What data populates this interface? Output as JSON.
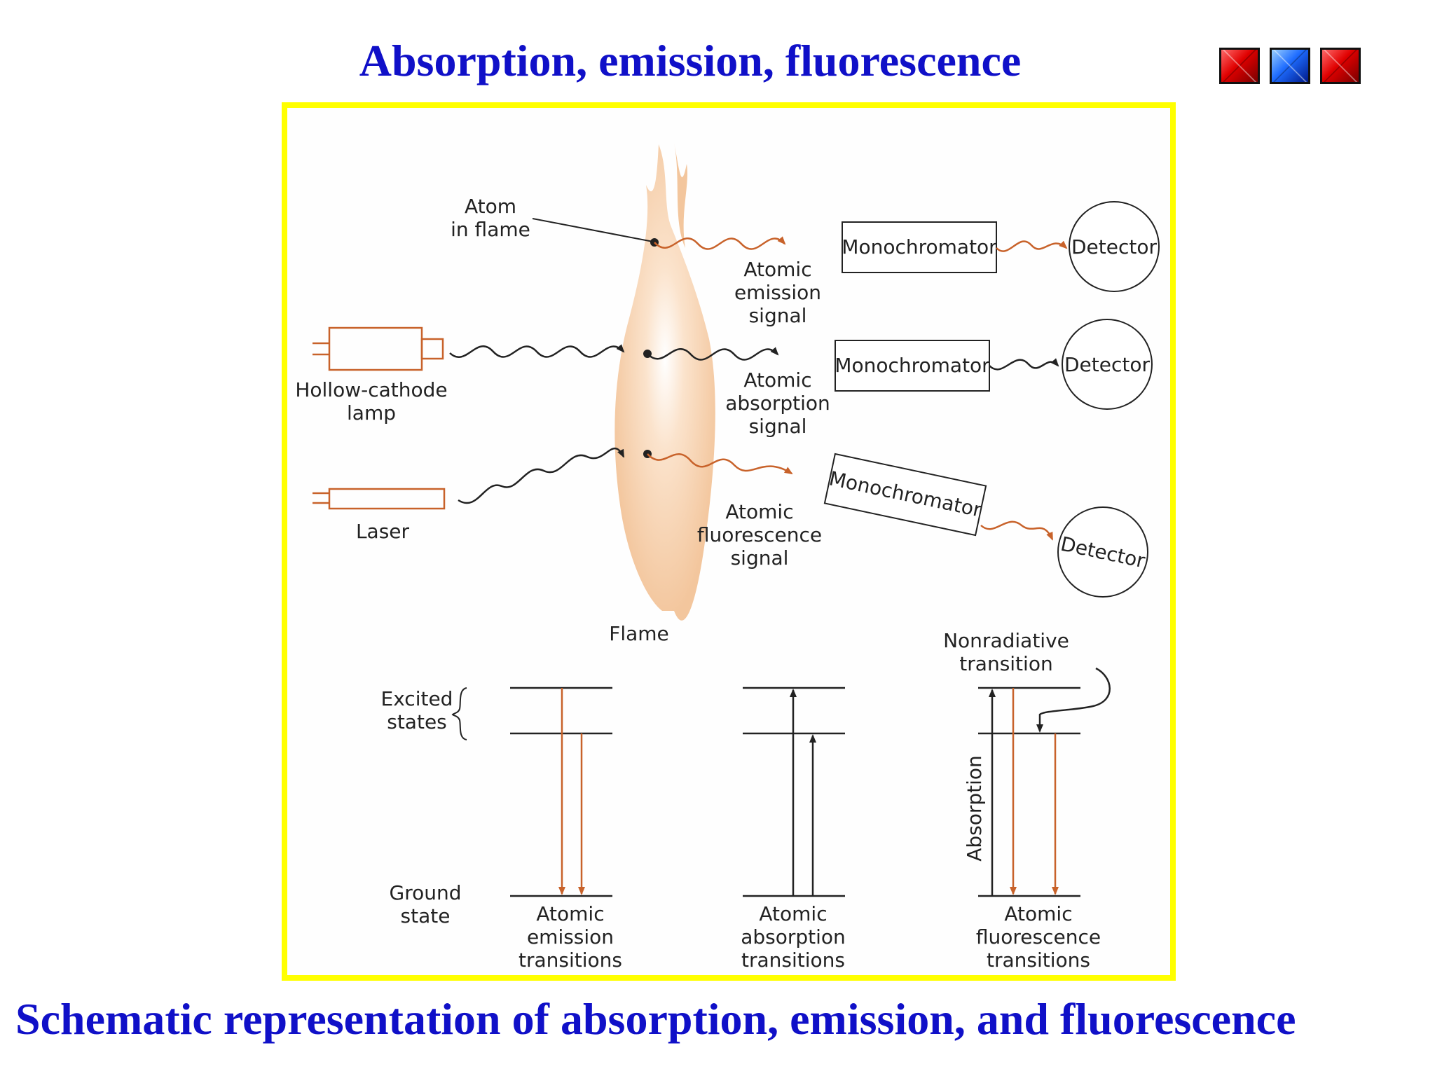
{
  "slide": {
    "title": "Absorption, emission, fluorescence",
    "caption": "Schematic representation of absorption, emission, and fluorescence"
  },
  "nav_buttons": [
    {
      "icon": "nav-red-icon",
      "color": "#d00000"
    },
    {
      "icon": "nav-blue-icon",
      "color": "#1e6cff"
    },
    {
      "icon": "nav-red-icon",
      "color": "#d00000"
    }
  ],
  "colors": {
    "title": "#1010c8",
    "frame_border": "#ffff00",
    "signal_orange": "#c8622a",
    "signal_black": "#222222",
    "flame": "#f6cfa9"
  },
  "diagram": {
    "atom_label": [
      "Atom",
      "in flame"
    ],
    "lamp_label": [
      "Hollow-cathode",
      "lamp"
    ],
    "laser_label": "Laser",
    "flame_label": "Flame",
    "monochromator_label": "Monochromator",
    "detector_label": "Detector",
    "emission_signal": [
      "Atomic",
      "emission",
      "signal"
    ],
    "absorption_signal": [
      "Atomic",
      "absorption",
      "signal"
    ],
    "fluorescence_signal": [
      "Atomic",
      "fluorescence",
      "signal"
    ],
    "excited_states": [
      "Excited",
      "states"
    ],
    "ground_state": [
      "Ground",
      "state"
    ],
    "nonradiative": [
      "Nonradiative",
      "transition"
    ],
    "absorption_axis": "Absorption",
    "emission_transitions": [
      "Atomic",
      "emission",
      "transitions"
    ],
    "absorption_transitions": [
      "Atomic",
      "absorption",
      "transitions"
    ],
    "fluorescence_transitions": [
      "Atomic",
      "fluorescence",
      "transitions"
    ]
  }
}
